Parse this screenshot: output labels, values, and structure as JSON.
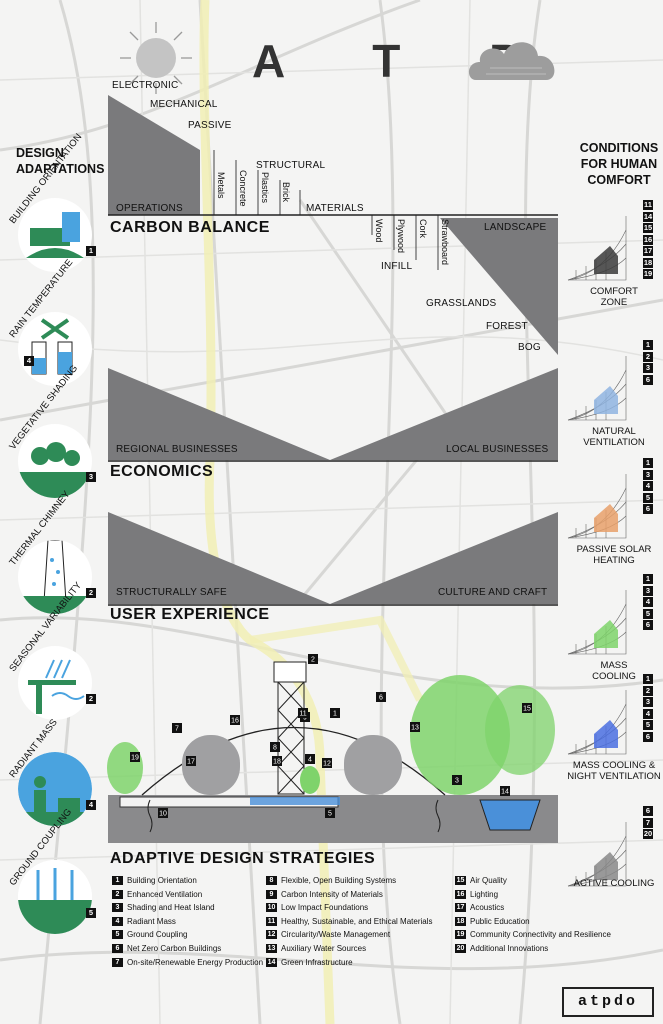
{
  "title": "A T P",
  "sky_labels": {
    "electronic": "ELECTRONIC",
    "mechanical": "MECHANICAL",
    "passive": "PASSIVE",
    "structural": "STRUCTURAL",
    "operations": "OPERATIONS",
    "materials": "MATERIALS",
    "metals": "Metals",
    "concrete": "Concrete",
    "plastics": "Plastics",
    "brick": "Brick",
    "wood": "Wood",
    "plywood": "Plywood",
    "cork": "Cork",
    "strawboard": "Strawboard",
    "infill": "INFILL",
    "grasslands": "GRASSLANDS",
    "forest": "FOREST",
    "bog": "BOG",
    "landscape": "LANDSCAPE"
  },
  "sections": {
    "carbon_balance": "CARBON BALANCE",
    "economics": "ECONOMICS",
    "regional": "REGIONAL BUSINESSES",
    "local": "LOCAL BUSINESSES",
    "user_experience": "USER EXPERIENCE",
    "structurally_safe": "STRUCTURALLY SAFE",
    "culture": "CULTURE AND CRAFT",
    "adaptive": "ADAPTIVE DESIGN STRATEGIES"
  },
  "left_panel": {
    "heading_line1": "DESIGN",
    "heading_line2": "ADAPTATIONS",
    "items": [
      {
        "label": "BUILDING ORIENTATION",
        "badge": "1"
      },
      {
        "label": "RAIN TEMPERATURE",
        "badge": "4"
      },
      {
        "label": "VEGETATIVE SHADING",
        "badge": "3"
      },
      {
        "label": "THERMAL CHIMNEY",
        "badge": "2"
      },
      {
        "label": "SEASONAL VARIABILITY",
        "badge": "2"
      },
      {
        "label": "RADIANT MASS",
        "badge": "4"
      },
      {
        "label": "GROUND COUPLING",
        "badge": "5"
      }
    ]
  },
  "right_panel": {
    "heading_line1": "CONDITIONS",
    "heading_line2": "FOR HUMAN",
    "heading_line3": "COMFORT",
    "items": [
      {
        "caption_line1": "COMFORT",
        "caption_line2": "ZONE",
        "badges": [
          "11",
          "14",
          "15",
          "16",
          "17",
          "18",
          "19"
        ],
        "accent": "#3a3a3a"
      },
      {
        "caption_line1": "NATURAL",
        "caption_line2": "VENTILATION",
        "badges": [
          "1",
          "2",
          "3",
          "6"
        ],
        "accent": "#8fb4e0"
      },
      {
        "caption_line1": "PASSIVE SOLAR",
        "caption_line2": "HEATING",
        "badges": [
          "1",
          "3",
          "4",
          "5",
          "6"
        ],
        "accent": "#e8a06a"
      },
      {
        "caption_line1": "MASS",
        "caption_line2": "COOLING",
        "badges": [
          "1",
          "3",
          "4",
          "5",
          "6"
        ],
        "accent": "#7ed36a"
      },
      {
        "caption_line1": "MASS COOLING &",
        "caption_line2": "NIGHT VENTILATION",
        "badges": [
          "1",
          "2",
          "3",
          "4",
          "5",
          "6"
        ],
        "accent": "#4a6ee0"
      },
      {
        "caption_line1": "ACTIVE COOLING",
        "caption_line2": "",
        "badges": [
          "6",
          "7",
          "20"
        ],
        "accent": "#888888"
      }
    ]
  },
  "strategies": [
    {
      "num": "1",
      "text": "Building Orientation"
    },
    {
      "num": "2",
      "text": "Enhanced Ventilation"
    },
    {
      "num": "3",
      "text": "Shading and Heat Island"
    },
    {
      "num": "4",
      "text": "Radiant Mass"
    },
    {
      "num": "5",
      "text": "Ground Coupling"
    },
    {
      "num": "6",
      "text": "Net Zero Carbon Buildings"
    },
    {
      "num": "7",
      "text": "On-site/Renewable Energy Production"
    },
    {
      "num": "8",
      "text": "Flexible, Open Building Systems"
    },
    {
      "num": "9",
      "text": "Carbon Intensity of Materials"
    },
    {
      "num": "10",
      "text": "Low Impact Foundations"
    },
    {
      "num": "11",
      "text": "Healthy, Sustainable, and Ethical Materials"
    },
    {
      "num": "12",
      "text": "Circularity/Waste Management"
    },
    {
      "num": "13",
      "text": "Auxiliary Water Sources"
    },
    {
      "num": "14",
      "text": "Green Infrastructure"
    },
    {
      "num": "15",
      "text": "Air Quality"
    },
    {
      "num": "16",
      "text": "Lighting"
    },
    {
      "num": "17",
      "text": "Acoustics"
    },
    {
      "num": "18",
      "text": "Public Education"
    },
    {
      "num": "19",
      "text": "Community Connectivity and Resilience"
    },
    {
      "num": "20",
      "text": "Additional Innovations"
    }
  ],
  "section_badges": [
    "1",
    "2",
    "3",
    "4",
    "5",
    "6",
    "7",
    "8",
    "9",
    "10",
    "11",
    "12",
    "13",
    "14",
    "15",
    "16",
    "17",
    "18",
    "19"
  ],
  "logo_text": "atpdo"
}
